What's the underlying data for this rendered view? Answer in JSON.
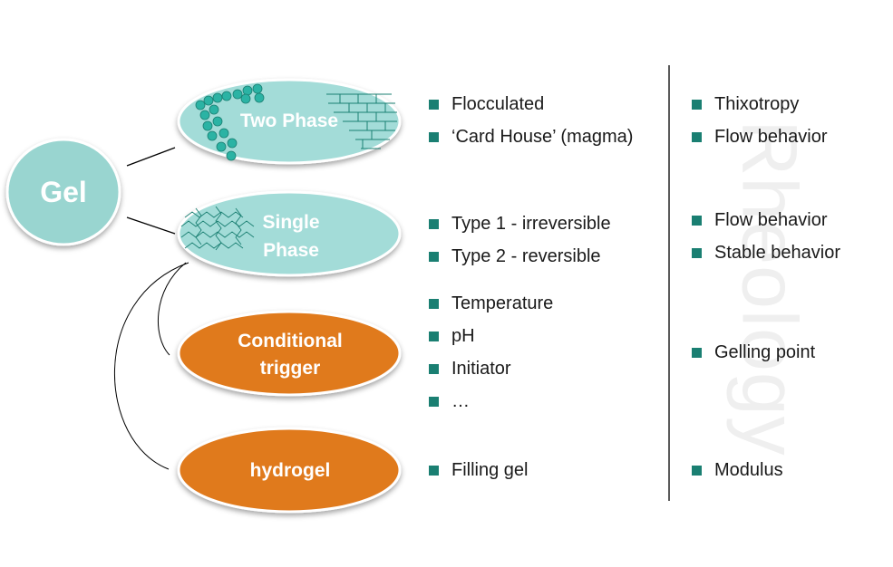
{
  "colors": {
    "bullet": "#1a7f72",
    "teal_fill": "#a3dcd8",
    "gel_fill": "#99d5d0",
    "orange_fill": "#e07a1f",
    "particle": "#2bb3a4",
    "watermark": "#efefef"
  },
  "watermark": "Rheology",
  "nodes": {
    "gel": "Gel",
    "two_phase": "Two Phase",
    "single_phase": [
      "Single",
      "Phase"
    ],
    "conditional_trigger": [
      "Conditional",
      "trigger"
    ],
    "hydrogel": "hydrogel"
  },
  "types": {
    "two_phase": [
      "Flocculated",
      "‘Card House’ (magma)"
    ],
    "single_phase": [
      "Type 1 - irreversible",
      "Type 2 - reversible"
    ],
    "conditional_trigger": [
      "Temperature",
      "pH",
      "Initiator",
      "…"
    ],
    "hydrogel": [
      "Filling gel"
    ]
  },
  "rheology": {
    "two_phase": [
      "Thixotropy",
      "Flow behavior"
    ],
    "single_phase": [
      "Flow behavior",
      "Stable behavior"
    ],
    "conditional_trigger": [
      "Gelling point"
    ],
    "hydrogel": [
      "Modulus"
    ]
  }
}
